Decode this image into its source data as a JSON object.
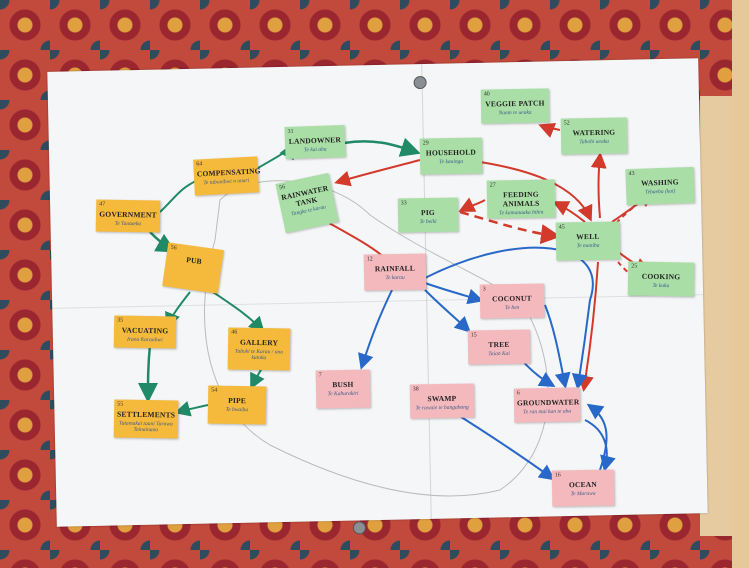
{
  "cards": {
    "veggie": {
      "num": "40",
      "title": "VEGGIE PATCH",
      "sub": "Naam te ueaka"
    },
    "watering": {
      "num": "52",
      "title": "WATERING",
      "sub": "Tabobi ueaka"
    },
    "landowner": {
      "num": "31",
      "title": "LANDOWNER",
      "sub": "Te kai aba"
    },
    "household": {
      "num": "29",
      "title": "HOUSEHOLD",
      "sub": "Te kaainga"
    },
    "compensating": {
      "num": "64",
      "title": "COMPENSATING",
      "sub": "Te tabonibwi n unuri"
    },
    "rainwater": {
      "num": "56",
      "title": "RAINWATER TANK",
      "sub": "Tangke te karau"
    },
    "feeding": {
      "num": "27",
      "title": "FEEDING ANIMALS",
      "sub": "Te kamanaaka bibin"
    },
    "washing": {
      "num": "43",
      "title": "WASHING",
      "sub": "Tebaeba (kai)"
    },
    "government": {
      "num": "47",
      "title": "GOVERNMENT",
      "sub": "Te Tautaeka"
    },
    "pig": {
      "num": "33",
      "title": "PIG",
      "sub": "Te beiki"
    },
    "well": {
      "num": "45",
      "title": "WELL",
      "sub": "Te maniba"
    },
    "pub": {
      "num": "56",
      "title": "PUB",
      "sub": ""
    },
    "rainfall": {
      "num": "12",
      "title": "RAINFALL",
      "sub": "Te karau"
    },
    "cooking": {
      "num": "25",
      "title": "COOKING",
      "sub": "Te kuka"
    },
    "coconut": {
      "num": "3",
      "title": "COCONUT",
      "sub": "Te ben"
    },
    "vacuating": {
      "num": "35",
      "title": "VACUATING",
      "sub": "Irana Karaubwi"
    },
    "gallery": {
      "num": "46",
      "title": "GALLERY",
      "sub": "Tabuki te Karau / ana katoka"
    },
    "tree": {
      "num": "15",
      "title": "TREE",
      "sub": "Taian Kai"
    },
    "bush": {
      "num": "7",
      "title": "BUSH",
      "sub": "Te Kaburakiri"
    },
    "swamp": {
      "num": "38",
      "title": "SWAMP",
      "sub": "Te rawaie te bangabang"
    },
    "groundwater": {
      "num": "6",
      "title": "GROUNDWATER",
      "sub": "Te ran mai kan te aba"
    },
    "pipe": {
      "num": "54",
      "title": "PIPE",
      "sub": "Te bwaibu"
    },
    "settlements": {
      "num": "55",
      "title": "SETTLEMENTS",
      "sub": "Tatamakai taani Tarawa Teinainano"
    },
    "ocean": {
      "num": "16",
      "title": "OCEAN",
      "sub": "Te Marawa"
    }
  },
  "colors": {
    "green_card": "#a9dfa6",
    "pink_card": "#f4b9bd",
    "orange_card": "#f5b93c",
    "red_arrow": "#d23a2c",
    "blue_arrow": "#2868c8",
    "green_arrow": "#1f8a65"
  }
}
